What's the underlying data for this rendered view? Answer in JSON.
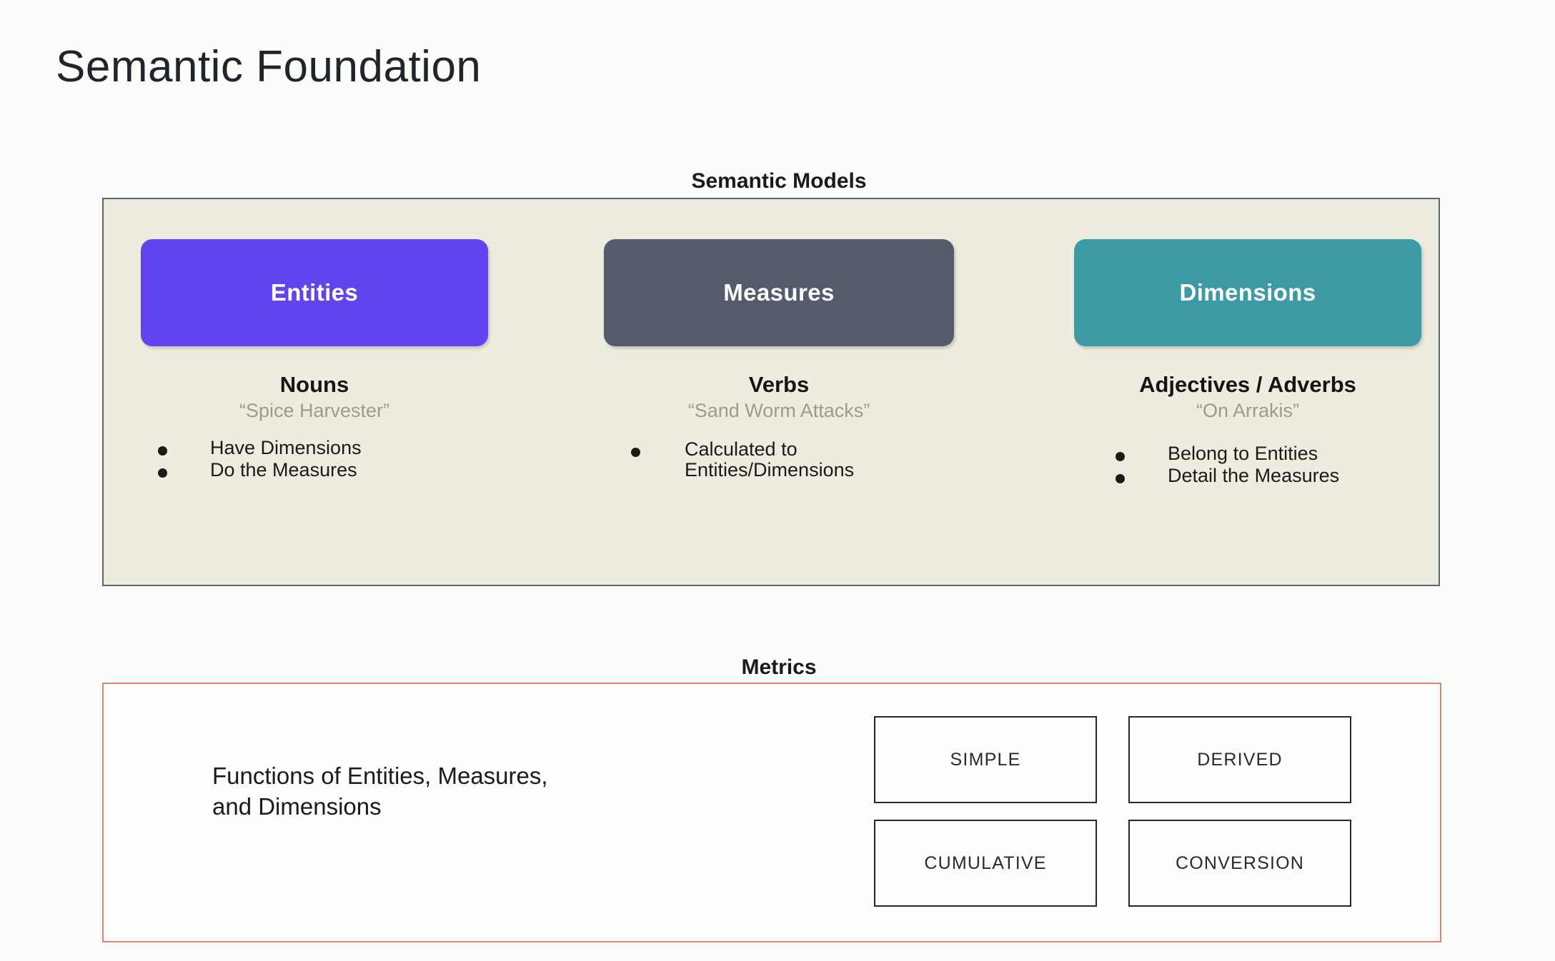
{
  "slide": {
    "title": "Semantic Foundation"
  },
  "semantic_models": {
    "caption": "Semantic Models",
    "panel_bg": "#eeecdf",
    "panel_border": "#5b6475",
    "columns": [
      {
        "pill_label": "Entities",
        "pill_color": "#6144ef",
        "part_of_speech": "Nouns",
        "example": "“Spice Harvester”",
        "bullets": [
          "Have Dimensions",
          "Do the Measures"
        ]
      },
      {
        "pill_label": "Measures",
        "pill_color": "#535b6d",
        "part_of_speech": "Verbs",
        "example": "“Sand Worm Attacks”",
        "bullets": [
          "Calculated to\nEntities/Dimensions"
        ]
      },
      {
        "pill_label": "Dimensions",
        "pill_color": "#3c9aa5",
        "part_of_speech": "Adjectives / Adverbs",
        "example": "“On Arrakis”",
        "bullets": [
          "Belong to Entities",
          "Detail the Measures"
        ]
      }
    ]
  },
  "metrics": {
    "caption": "Metrics",
    "panel_border": "#d9896f",
    "description": "Functions of Entities, Measures,\nand Dimensions",
    "types": [
      "SIMPLE",
      "DERIVED",
      "CUMULATIVE",
      "CONVERSION"
    ]
  }
}
